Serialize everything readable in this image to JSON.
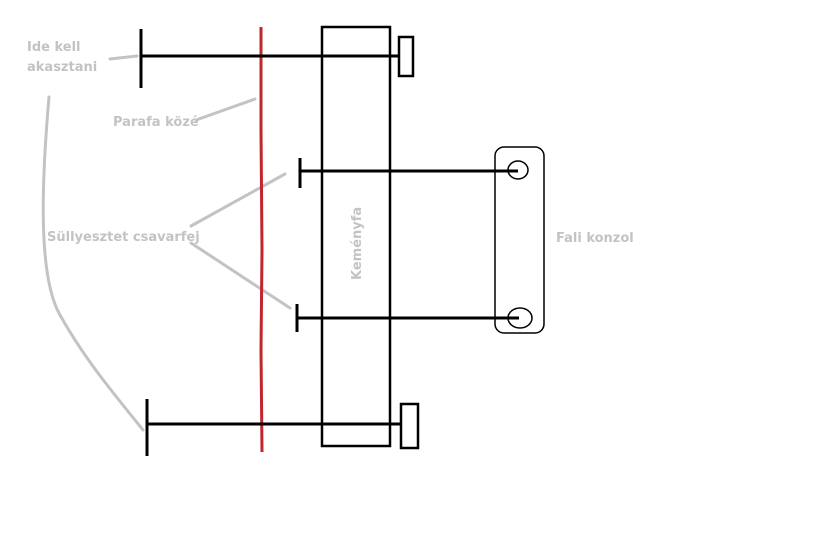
{
  "labels": {
    "ide_kell_line1": "Ide kell",
    "ide_kell_line2": "akasztani",
    "parafa": "Parafa közé",
    "sullyesztet": "Süllyesztet csavarfej",
    "kemenyfa": "Keményfa",
    "fali_konzol": "Fali konzol"
  },
  "colors": {
    "line": "#000000",
    "cork_line": "#c0272d",
    "annotation": "#c3c3c3"
  }
}
